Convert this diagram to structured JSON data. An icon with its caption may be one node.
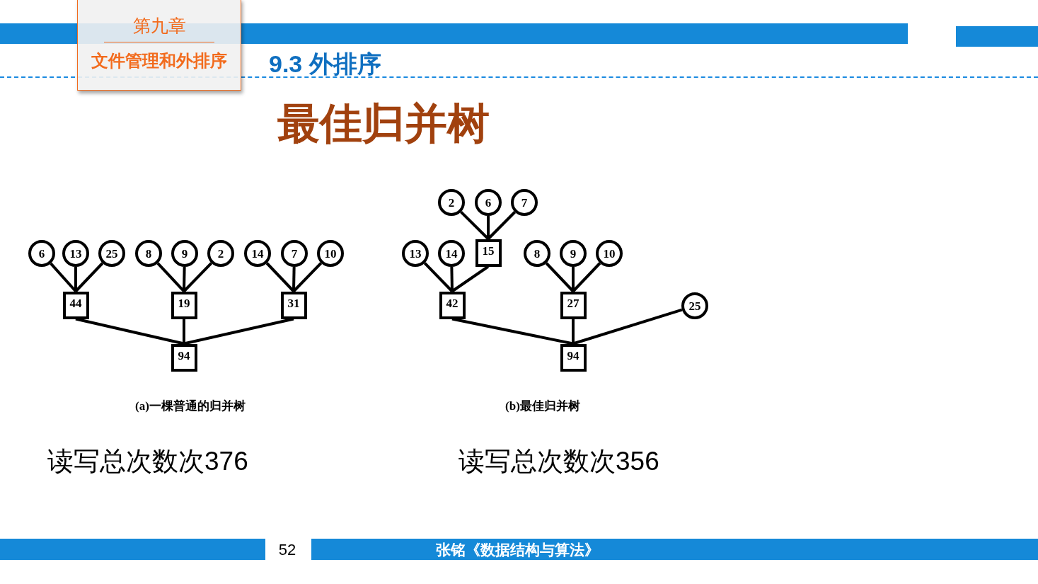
{
  "diagram": {
    "title": "最佳归并树",
    "nodes": [
      {
        "text": [
          "第九章",
          "文件管理和外排序"
        ]
      },
      {
        "text": [
          "6"
        ]
      },
      {
        "text": [
          "13"
        ]
      },
      {
        "text": [
          "25"
        ]
      },
      {
        "text": [
          "8"
        ]
      },
      {
        "text": [
          "9"
        ]
      },
      {
        "text": [
          "2"
        ]
      },
      {
        "text": [
          "14"
        ]
      },
      {
        "text": [
          "7"
        ]
      },
      {
        "text": [
          "10"
        ]
      },
      {
        "text": [
          "44"
        ]
      },
      {
        "text": [
          "19"
        ]
      },
      {
        "text": [
          "31"
        ]
      },
      {
        "text": [
          "94"
        ]
      },
      {
        "text": [
          "2"
        ]
      },
      {
        "text": [
          "6"
        ]
      },
      {
        "text": [
          "7"
        ]
      },
      {
        "text": [
          "13"
        ]
      },
      {
        "text": [
          "14"
        ]
      },
      {
        "text": [
          "15"
        ]
      },
      {
        "text": [
          "8"
        ]
      },
      {
        "text": [
          "9"
        ]
      },
      {
        "text": [
          "10"
        ]
      },
      {
        "text": [
          "42"
        ]
      },
      {
        "text": [
          "27"
        ]
      },
      {
        "text": [
          "25"
        ]
      },
      {
        "text": [
          "94"
        ]
      }
    ],
    "edges": [
      {
        "from": 1,
        "to": 10,
        "arrow": "none"
      },
      {
        "from": 2,
        "to": 10,
        "arrow": "none"
      },
      {
        "from": 3,
        "to": 10,
        "arrow": "none"
      },
      {
        "from": 4,
        "to": 11,
        "arrow": "none"
      },
      {
        "from": 5,
        "to": 11,
        "arrow": "none"
      },
      {
        "from": 6,
        "to": 11,
        "arrow": "none"
      },
      {
        "from": 7,
        "to": 12,
        "arrow": "none"
      },
      {
        "from": 8,
        "to": 12,
        "arrow": "none"
      },
      {
        "from": 9,
        "to": 12,
        "arrow": "none"
      },
      {
        "from": 10,
        "to": 13,
        "arrow": "none"
      },
      {
        "from": 11,
        "to": 13,
        "arrow": "none"
      },
      {
        "from": 12,
        "to": 13,
        "arrow": "none"
      },
      {
        "from": 14,
        "to": 19,
        "arrow": "none"
      },
      {
        "from": 15,
        "to": 19,
        "arrow": "none"
      },
      {
        "from": 16,
        "to": 19,
        "arrow": "none"
      },
      {
        "from": 17,
        "to": 23,
        "arrow": "none"
      },
      {
        "from": 18,
        "to": 23,
        "arrow": "none"
      },
      {
        "from": 19,
        "to": 23,
        "arrow": "none"
      },
      {
        "from": 20,
        "to": 24,
        "arrow": "none"
      },
      {
        "from": 21,
        "to": 24,
        "arrow": "none"
      },
      {
        "from": 22,
        "to": 24,
        "arrow": "none"
      },
      {
        "from": 23,
        "to": 26,
        "arrow": "none"
      },
      {
        "from": 24,
        "to": 26,
        "arrow": "none"
      },
      {
        "from": 25,
        "to": 26,
        "arrow": "none"
      }
    ],
    "labels": [
      "9.3 外排序",
      "(a)一棵普通的归并树",
      "(b)最佳归并树",
      "读写总次数次376",
      "读写总次数次356",
      "52",
      "张铭《数据结构与算法》"
    ]
  }
}
